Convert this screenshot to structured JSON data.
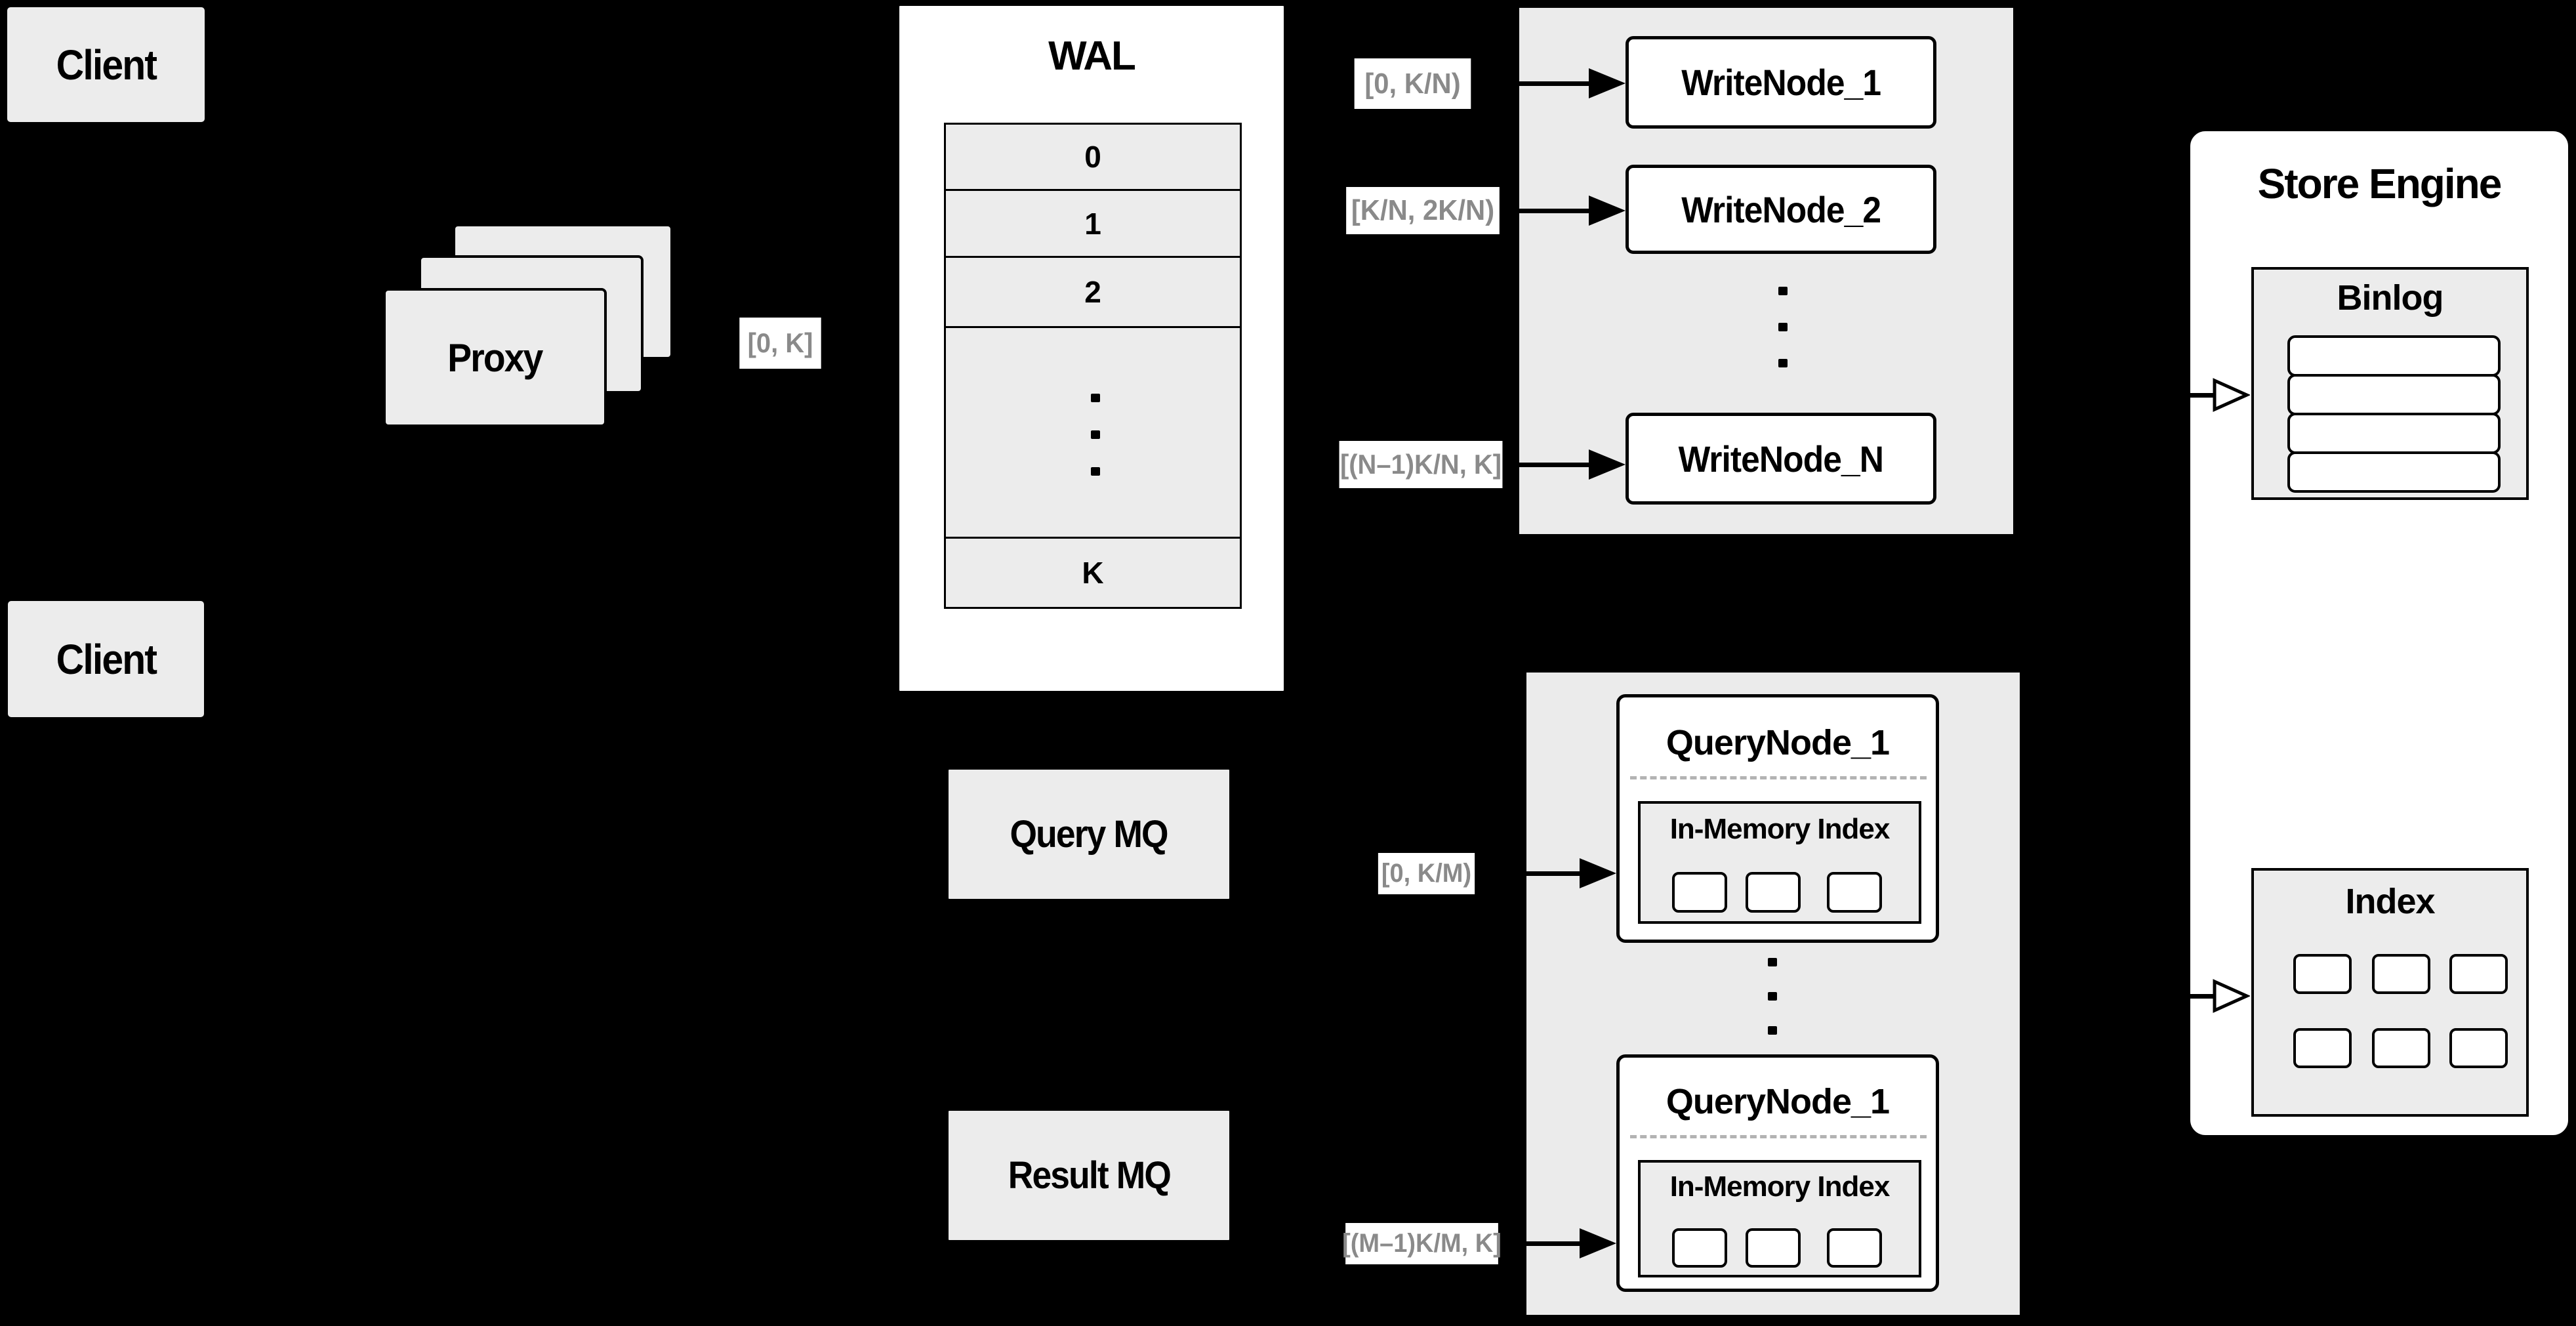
{
  "colors": {
    "background": "#000000",
    "box_fill": "#ececec",
    "cluster_fill": "#ebebeb",
    "node_fill": "#ffffff",
    "border": "#000000",
    "chip_text": "#8a8a8a",
    "dashed_separator": "#b3b3b3"
  },
  "clients": {
    "top": "Client",
    "bottom": "Client"
  },
  "proxy": {
    "label": "Proxy"
  },
  "ranges": {
    "proxy_to_wal": "[0, K]",
    "write_1": "[0, K/N)",
    "write_2": "[K/N, 2K/N)",
    "write_n": "[(N–1)K/N, K]",
    "query_1": "[0, K/M)",
    "query_m": "[(M–1)K/M, K]"
  },
  "wal": {
    "title": "WAL",
    "rows": [
      "0",
      "1",
      "2"
    ],
    "last_row": "K"
  },
  "write_cluster": {
    "nodes": [
      "WriteNode_1",
      "WriteNode_2",
      "WriteNode_N"
    ]
  },
  "mq": {
    "query": "Query MQ",
    "result": "Result MQ"
  },
  "query_cluster": {
    "nodes": [
      {
        "title": "QueryNode_1",
        "memory_index": "In-Memory Index"
      },
      {
        "title": "QueryNode_1",
        "memory_index": "In-Memory Index"
      }
    ]
  },
  "store_engine": {
    "title": "Store Engine",
    "binlog": "Binlog",
    "index": "Index"
  }
}
